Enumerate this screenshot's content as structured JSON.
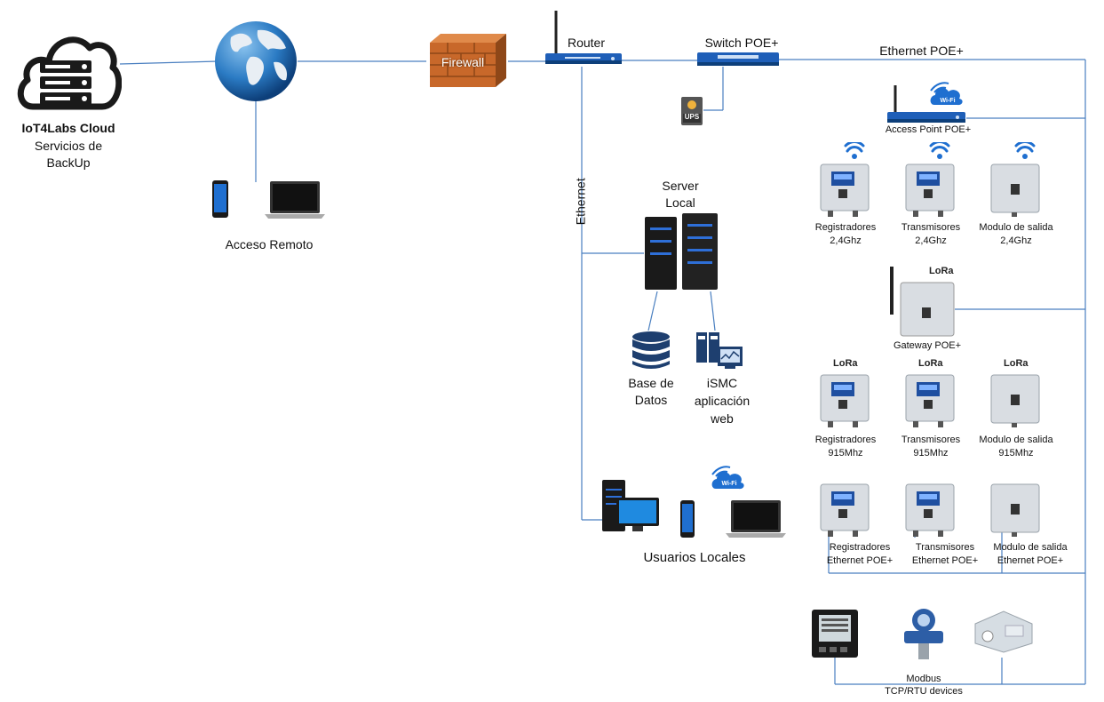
{
  "cloud": {
    "title": "IoT4Labs Cloud",
    "line1": "Servicios de",
    "line2": "BackUp"
  },
  "remote": {
    "label": "Acceso Remoto"
  },
  "firewall": {
    "label": "Firewall"
  },
  "router": {
    "label": "Router"
  },
  "switch": {
    "label": "Switch POE+"
  },
  "ethernet_poe": {
    "label": "Ethernet POE+"
  },
  "ethernet_vertical": {
    "label": "Ethernet"
  },
  "ups": {
    "label": "UPS"
  },
  "access_point": {
    "label": "Access Point POE+",
    "wifi_badge": "Wi-Fi"
  },
  "server": {
    "line1": "Server",
    "line2": "Local"
  },
  "database": {
    "line1": "Base de",
    "line2": "Datos"
  },
  "ismc": {
    "line1": "iSMC",
    "line2": "aplicación",
    "line3": "web"
  },
  "local_users": {
    "label": "Usuarios Locales",
    "wifi_badge": "Wi-Fi"
  },
  "gateway": {
    "label": "Gateway POE+",
    "lora_badge": "LoRa"
  },
  "wifi_devices": [
    {
      "line1": "Registradores",
      "line2": "2,4Ghz"
    },
    {
      "line1": "Transmisores",
      "line2": "2,4Ghz"
    },
    {
      "line1": "Modulo de salida",
      "line2": "2,4Ghz"
    }
  ],
  "lora_devices": [
    {
      "line1": "Registradores",
      "line2": "915Mhz",
      "badge": "LoRa"
    },
    {
      "line1": "Transmisores",
      "line2": "915Mhz",
      "badge": "LoRa"
    },
    {
      "line1": "Modulo de salida",
      "line2": "915Mhz",
      "badge": "LoRa"
    }
  ],
  "poe_devices": [
    {
      "line1": "Registradores",
      "line2": "Ethernet POE+"
    },
    {
      "line1": "Transmisores",
      "line2": "Ethernet POE+"
    },
    {
      "line1": "Modulo de salida",
      "line2": "Ethernet POE+"
    }
  ],
  "modbus": {
    "line1": "Modbus",
    "line2": "TCP/RTU devices"
  },
  "colors": {
    "wire": "#4a7fc0",
    "accent": "#1f5fb8",
    "dark": "#1a1a1a",
    "firewall": "#c8682a"
  }
}
